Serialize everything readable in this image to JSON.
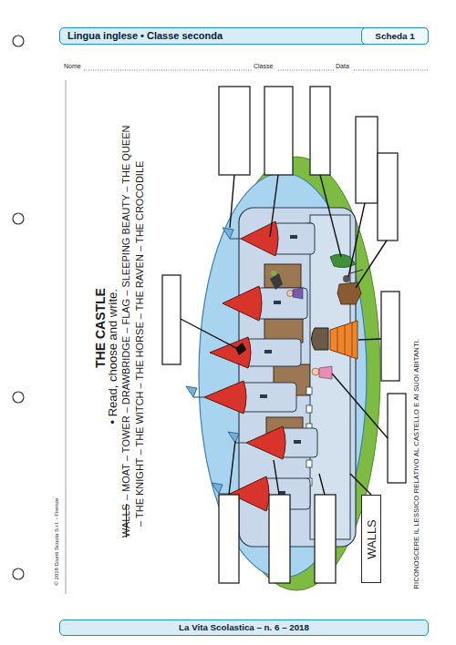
{
  "diagram": {
    "title": "THE CASTLE",
    "nodes": [
      {
        "text": [
          "Lingua inglese • Classe seconda"
        ]
      },
      {
        "text": [
          "Scheda 1"
        ],
        "in": 0
      },
      {
        "text": [
          "WALLS"
        ]
      },
      {
        "text": [
          "La Vita Scolastica – n. 6 – 2018"
        ]
      }
    ],
    "labels": [
      "Nome",
      "Classe",
      "Data",
      "• Read, choose and write.",
      "WALLS",
      "– MOAT – TOWER – DRAWBRIDGE – FLAG – SLEEPING BEAUTY – THE QUEEN",
      "– THE KNIGHT – THE WITCH – THE HORSE – THE RAVEN – THE CROCODILE",
      "RICONOSCERE IL LESSICO RELATIVO AL CASTELLO E AI SUOI ABITANTI.",
      "© 2018 Giunti Scuola S.r.l. - Firenze"
    ]
  }
}
